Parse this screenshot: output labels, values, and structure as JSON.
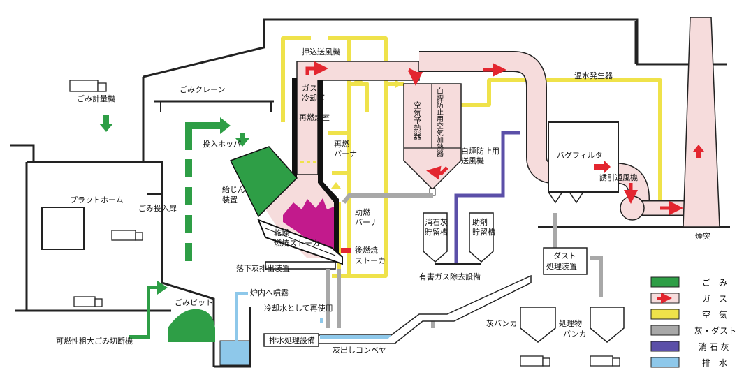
{
  "colors": {
    "garbage": "#2e9e46",
    "gas_fill": "#f6dcdc",
    "gas_arrow": "#e3262f",
    "air": "#efe24a",
    "ash": "#a8a8a8",
    "lime": "#5b4fa8",
    "drain": "#8ec8ea",
    "outline": "#222222",
    "furnace_wall": "#111111",
    "fire": "#c21a8c"
  },
  "labels": {
    "truck_scale": "ごみ計量機",
    "platform": "プラットホーム",
    "dump_door": "ごみ投入扉",
    "crusher": "可燃性粗大ごみ切断機",
    "pit": "ごみピット",
    "crane": "ごみクレーン",
    "hopper": "投入ホッパ",
    "feeder": [
      "給じん",
      "装置"
    ],
    "drying_stoker": [
      "乾燥",
      "燃焼ストーカ"
    ],
    "post_stoker": [
      "後燃焼",
      "ストーカ"
    ],
    "falling_ash": "落下灰排出装置",
    "gas_cooling": [
      "ガス",
      "冷却室"
    ],
    "reburn_chamber": "再燃焼室",
    "reburn_burner": [
      "再燃",
      "バーナ"
    ],
    "aux_burner": [
      "助燃",
      "バーナ"
    ],
    "push_fan": "押込送風機",
    "air_preheater": "空気予熱器",
    "white_smoke_heater": "白煙防止用空気加熱器",
    "white_smoke_fan": [
      "白煙防止用",
      "送風機"
    ],
    "hot_water": "温水発生器",
    "bag_filter": "バグフィルタ",
    "induced_fan": "誘引通風機",
    "chimney": "煙突",
    "lime_tank": [
      "消石灰",
      "貯留槽"
    ],
    "agent_tank": [
      "助剤",
      "貯留槽"
    ],
    "harmful_gas": "有害ガス除去設備",
    "dust_unit": [
      "ダスト",
      "処理装置"
    ],
    "ash_bunker": "灰バンカ",
    "treated_bunker": [
      "処理物",
      "バンカ"
    ],
    "ash_conveyor": "灰出しコンベヤ",
    "drain_unit": "排水処理設備",
    "reuse_water": "冷却水として再使用",
    "spray": "炉内へ噴霧"
  },
  "legend": [
    {
      "key": "garbage",
      "label": "ご　み",
      "swatch": "fill"
    },
    {
      "key": "gas",
      "label": "ガ　ス",
      "swatch": "arrow"
    },
    {
      "key": "air",
      "label": "空　気",
      "swatch": "fill"
    },
    {
      "key": "ash",
      "label": "灰・ダスト",
      "swatch": "fill"
    },
    {
      "key": "lime",
      "label": "消 石 灰",
      "swatch": "fill"
    },
    {
      "key": "drain",
      "label": "排　水",
      "swatch": "fill"
    }
  ]
}
